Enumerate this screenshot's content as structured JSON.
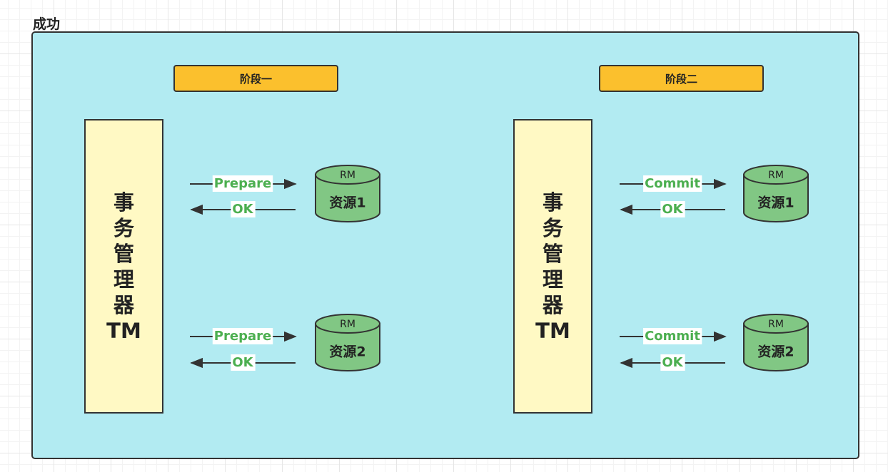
{
  "title": "成功",
  "phases": [
    {
      "label": "阶段一"
    },
    {
      "label": "阶段二"
    }
  ],
  "tm": {
    "chars": [
      "事",
      "务",
      "管",
      "理",
      "器"
    ],
    "suffix": "TM"
  },
  "groups": [
    {
      "resources": [
        {
          "top_label": "RM",
          "name": "资源1",
          "request": "Prepare",
          "response": "OK"
        },
        {
          "top_label": "RM",
          "name": "资源2",
          "request": "Prepare",
          "response": "OK"
        }
      ]
    },
    {
      "resources": [
        {
          "top_label": "RM",
          "name": "资源1",
          "request": "Commit",
          "response": "OK"
        },
        {
          "top_label": "RM",
          "name": "资源2",
          "request": "Commit",
          "response": "OK"
        }
      ]
    }
  ],
  "colors": {
    "panel": "#b2ebf2",
    "phase": "#fbc02d",
    "tm": "#fff9c4",
    "cylinder": "#81c784",
    "label": "#4caf50"
  }
}
